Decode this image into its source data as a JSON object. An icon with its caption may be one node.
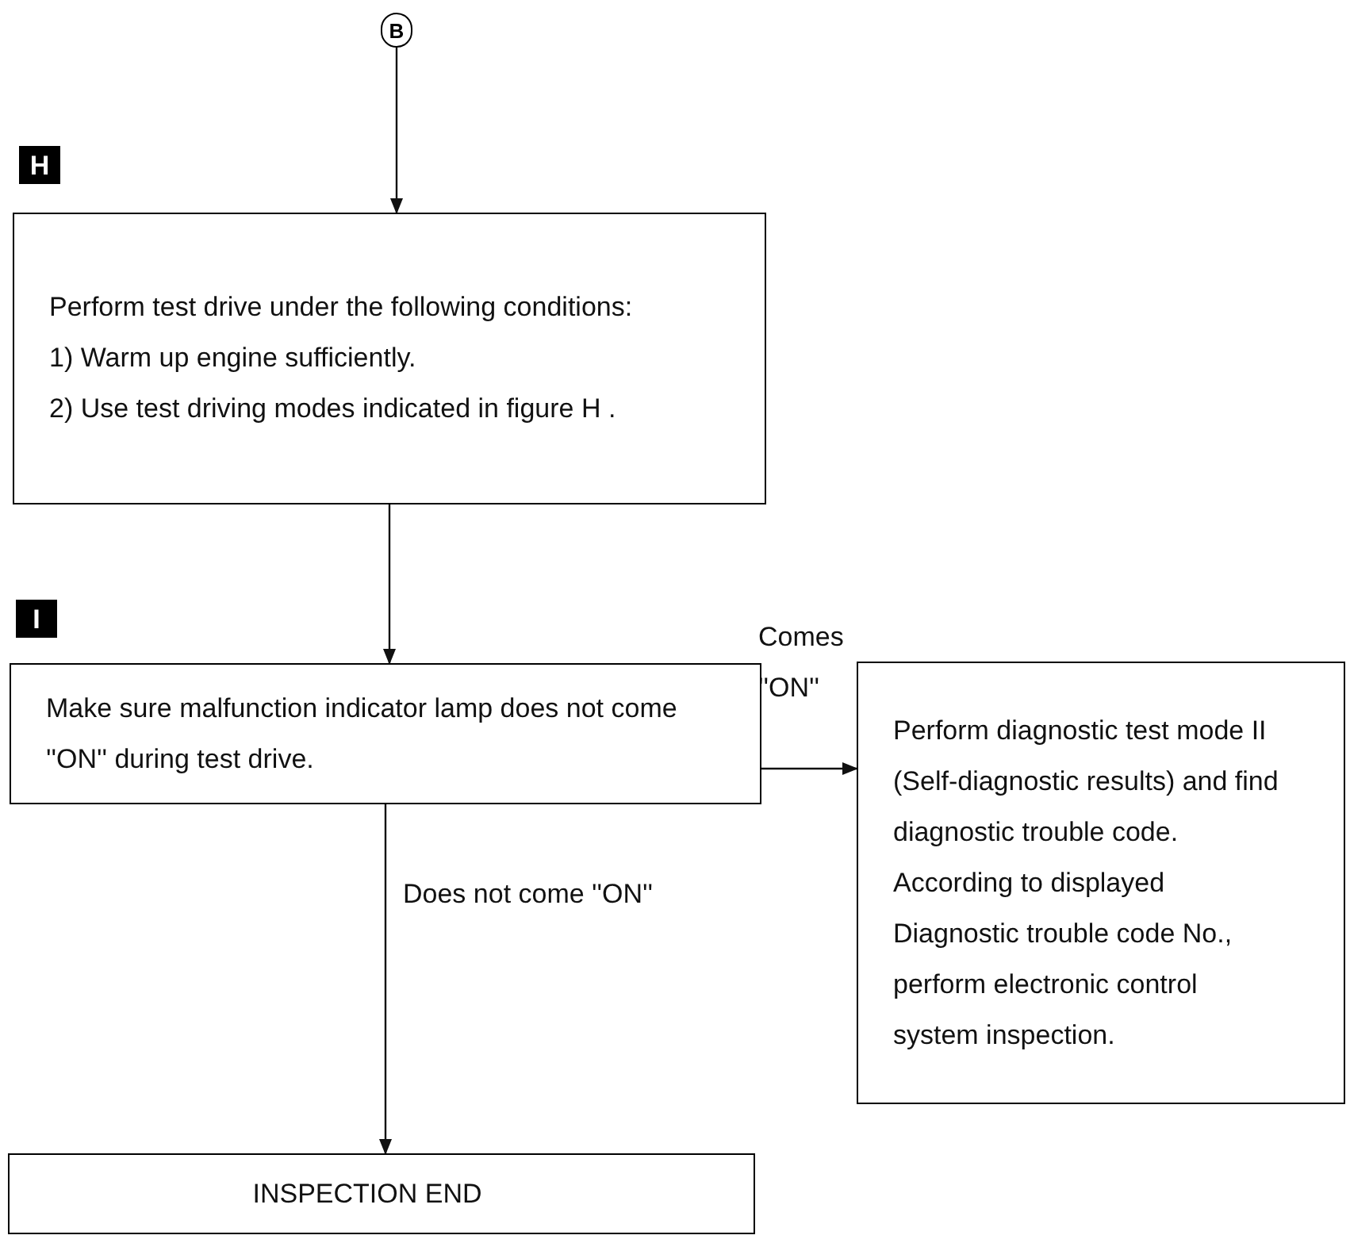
{
  "diagram": {
    "nodes": [
      {
        "text": [
          "B"
        ]
      },
      {
        "text": [
          "Perform test drive under the following conditions:",
          "1) Warm up engine sufficiently.",
          "2) Use test driving modes indicated in figure H ."
        ]
      },
      {
        "text": [
          "Make sure malfunction indicator lamp does not come ''ON'' during test drive."
        ]
      },
      {
        "text": [
          "Perform diagnostic test mode II (Self-diagnostic results) and find diagnostic trouble code. According to displayed Diagnostic trouble code No., perform electronic control system inspection."
        ]
      },
      {
        "text": [
          "INSPECTION END"
        ]
      }
    ],
    "edges": [
      {
        "from": 0,
        "to": 1,
        "arrow": "to"
      },
      {
        "from": 1,
        "to": 2,
        "arrow": "to"
      },
      {
        "from": 2,
        "to": 3,
        "arrow": "to",
        "label": "Comes ''ON''"
      },
      {
        "from": 2,
        "to": 4,
        "arrow": "to",
        "label": "Does not come ''ON''"
      }
    ],
    "labels": [
      "H",
      "I"
    ]
  }
}
